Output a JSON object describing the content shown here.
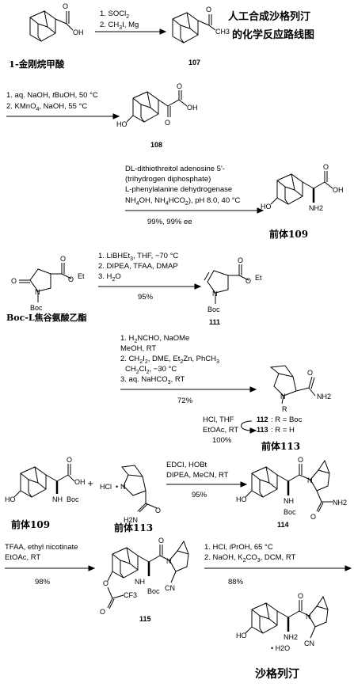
{
  "title_line1": "人工合成沙格列汀",
  "title_line2": "的化学反应路线图",
  "step1": {
    "start_label": "1-金刚烷甲酸",
    "cond1": "1. SOCl",
    "cond1_sub": "2",
    "cond2": "2. CH",
    "cond2_sub": "3",
    "cond2_rest": "I, Mg",
    "product": "107"
  },
  "step2": {
    "cond1": "1. aq. NaOH, ",
    "cond1_it": "t",
    "cond1_rest": "BuOH, 50 °C",
    "cond2": "2. KMnO",
    "cond2_sub": "4",
    "cond2_rest": ", NaOH, 55 °C",
    "product": "108"
  },
  "step3": {
    "cond1": "DL-dithiothreitol adenosine 5'-",
    "cond2": "(trihydrogen diphosphate)",
    "cond3": "L-phenylalanine dehydrogenase",
    "cond4a": "NH",
    "cond4b": "4",
    "cond4c": "OH, NH",
    "cond4d": "4",
    "cond4e": "HCO",
    "cond4f": "2",
    "cond4g": "), pH 8.0, 40 °C",
    "yield": "99%, 99% ee",
    "product_label": "前体109"
  },
  "step4": {
    "cond1": "1. LiBHEt",
    "cond1_sub": "3",
    "cond1_rest": ", THF, −70 °C",
    "cond2": "2. DIPEA, TFAA, DMAP",
    "cond3": "3. H",
    "cond3_sub": "2",
    "cond3_rest": "O",
    "yield": "95%",
    "start_label": "Boc-L焦谷氨酸乙酯",
    "product": "111"
  },
  "step5": {
    "cond1": "1. H",
    "cond1_sub": "2",
    "cond1_rest": "NCHO, NaOMe",
    "cond2": "MeOH, RT",
    "cond3": "2. CH",
    "cond3_sub": "2",
    "cond3_rest": "I",
    "cond3_sub2": "2",
    "cond3_rest2": ", DME, Et",
    "cond3_sub3": "2",
    "cond3_rest3": "Zn, PhCH",
    "cond3_sub4": "3",
    "cond4": "CH",
    "cond4_sub": "2",
    "cond4_rest": "Cl",
    "cond4_sub2": "2",
    "cond4_rest2": ", −30 °C",
    "cond5": "3. aq. NaHCO",
    "cond5_sub": "3",
    "cond5_rest": ", RT",
    "yield": "72%",
    "rev_cond1": "HCl, THF",
    "rev_cond2": "EtOAc, RT",
    "rev_yield": "100%",
    "p112": "112",
    "p112_def": ":  R = Boc",
    "p113": "113",
    "p113_def": ":  R = H",
    "product_label": "前体113"
  },
  "step6": {
    "cond1": "EDCI, HOBt",
    "cond2": "DIPEA, MeCN, RT",
    "yield": "95%",
    "label_a": "前体109",
    "label_b": "前体113",
    "product": "114"
  },
  "step7": {
    "cond1": "TFAA, ethyl nicotinate",
    "cond2": "EtOAc, RT",
    "yield": "98%",
    "product": "115"
  },
  "step8": {
    "cond1": "1. HCl, ",
    "cond1_it": "i",
    "cond1_rest": "PrOH, 65 °C",
    "cond2": "2. NaOH, K",
    "cond2_sub": "2",
    "cond2_rest": "CO",
    "cond2_sub2": "3",
    "cond2_rest2": ", DCM, RT",
    "yield": "88%",
    "final_label": "沙格列汀"
  },
  "atoms": {
    "oh": "OH",
    "o": "O",
    "ho": "HO",
    "nh2": "NH2",
    "n": "N",
    "h2n": "H2N",
    "boc": "Boc",
    "nh": "NH",
    "et": "Et",
    "ch3": "CH3",
    "cn": "CN",
    "hcl": "HCl",
    "r": "R",
    "cf3": "CF3",
    "h2o": "• H2O"
  }
}
